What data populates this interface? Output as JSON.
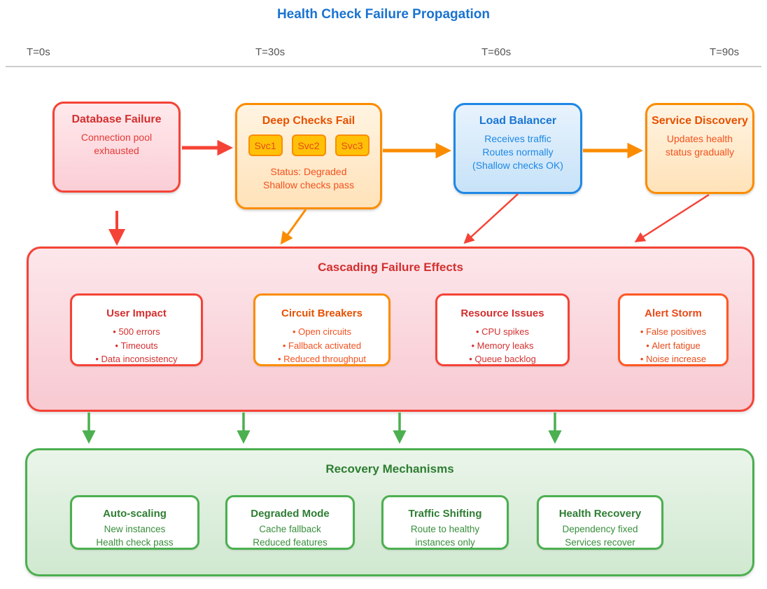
{
  "title": "Health Check Failure Propagation",
  "timeline": {
    "labels": [
      "T=0s",
      "T=30s",
      "T=60s",
      "T=90s"
    ]
  },
  "nodes": [
    {
      "id": "database-failure",
      "title": "Database Failure",
      "lines": [
        "Connection pool",
        "exhausted"
      ]
    },
    {
      "id": "deep-checks-fail",
      "title": "Deep Checks Fail",
      "services": [
        "Svc1",
        "Svc2",
        "Svc3"
      ],
      "lines": [
        "Status: Degraded",
        "Shallow checks pass"
      ]
    },
    {
      "id": "load-balancer",
      "title": "Load Balancer",
      "lines": [
        "Receives traffic",
        "Routes normally",
        "(Shallow checks OK)"
      ]
    },
    {
      "id": "service-discovery",
      "title": "Service Discovery",
      "lines": [
        "Updates health",
        "status gradually"
      ]
    }
  ],
  "cascading": {
    "title": "Cascading Failure Effects",
    "cards": [
      {
        "title": "User Impact",
        "items": [
          "500 errors",
          "Timeouts",
          "Data inconsistency"
        ]
      },
      {
        "title": "Circuit Breakers",
        "items": [
          "Open circuits",
          "Fallback activated",
          "Reduced throughput"
        ]
      },
      {
        "title": "Resource Issues",
        "items": [
          "CPU spikes",
          "Memory leaks",
          "Queue backlog"
        ]
      },
      {
        "title": "Alert Storm",
        "items": [
          "False positives",
          "Alert fatigue",
          "Noise increase"
        ]
      }
    ]
  },
  "recovery": {
    "title": "Recovery Mechanisms",
    "cards": [
      {
        "title": "Auto-scaling",
        "lines": [
          "New instances",
          "Health check pass"
        ]
      },
      {
        "title": "Degraded Mode",
        "lines": [
          "Cache fallback",
          "Reduced features"
        ]
      },
      {
        "title": "Traffic Shifting",
        "lines": [
          "Route to healthy",
          "instances only"
        ]
      },
      {
        "title": "Health Recovery",
        "lines": [
          "Dependency fixed",
          "Services recover"
        ]
      }
    ]
  },
  "palette": {
    "title-blue": "#1A73D0",
    "red-border": "#F44336",
    "red-text": "#D32F2F",
    "red-body": "#E53935",
    "orange-border": "#FB8C00",
    "orange-title": "#E65100",
    "orange-body": "#F4511E",
    "amber": "#FFC107",
    "blue-border": "#1E88E5",
    "blue-title": "#1976D2",
    "blue-body": "#1E88E5",
    "orangered-border": "#FF5722",
    "orangered-text": "#E64A19",
    "green-border": "#4CAF50",
    "green-title": "#2E7D32",
    "green-body": "#388E3C",
    "axis-gray": "#CCCCCC",
    "timeline-text": "#545454"
  }
}
